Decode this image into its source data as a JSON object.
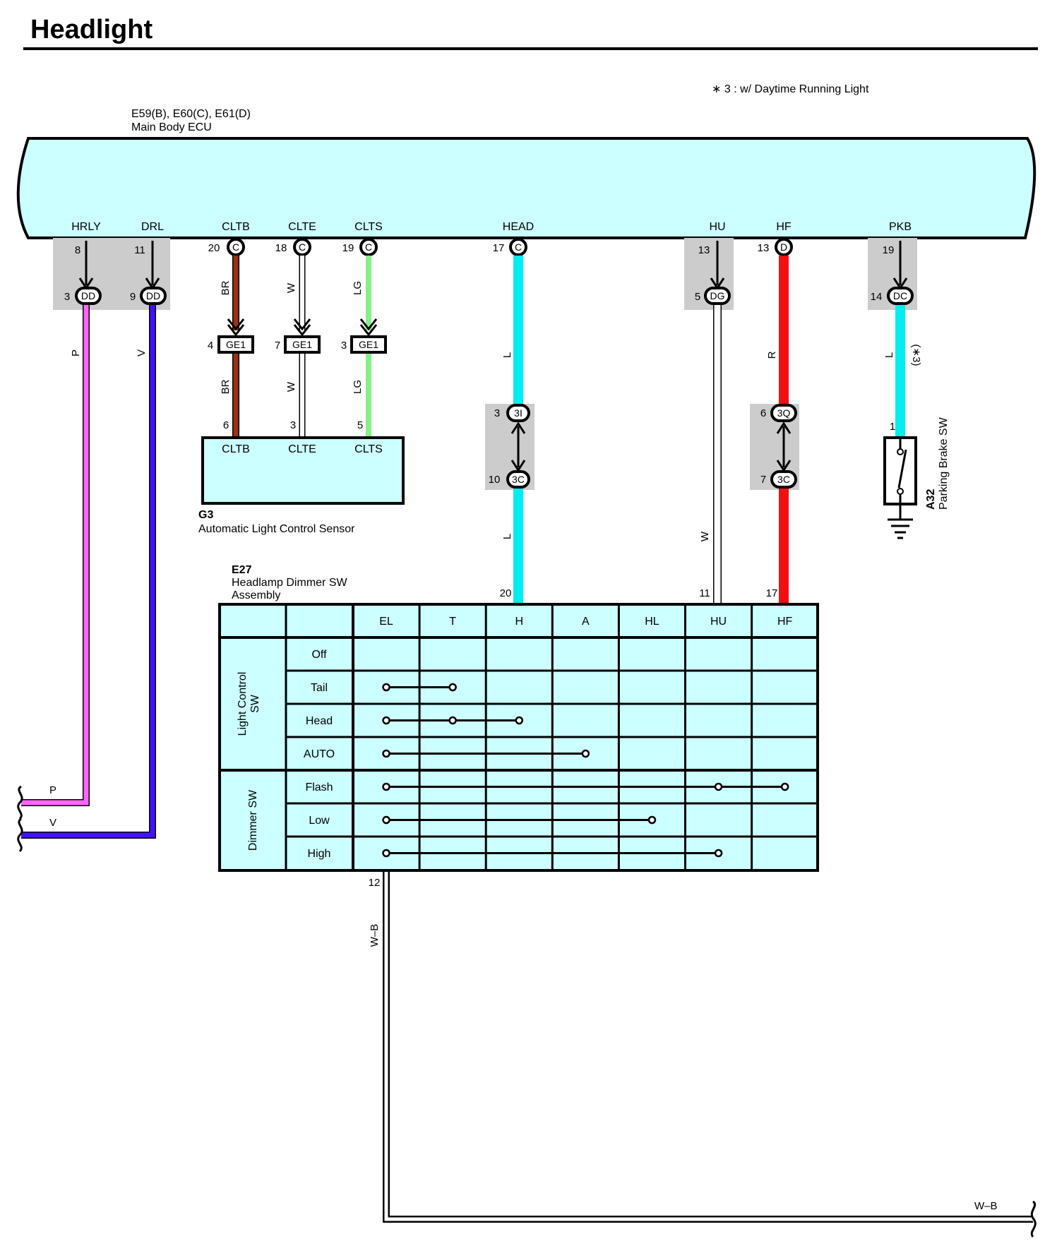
{
  "title": "Headlight",
  "footnote": "∗ 3 : w/ Daytime Running Light",
  "colors": {
    "P": "#ff66ff",
    "V": "#4411ff",
    "BR": "#993311",
    "W": "#ffffff",
    "LG": "#88ee88",
    "L": "#00eeee",
    "R": "#ee1111",
    "ecu_fill": "#ccffff",
    "connector_shade": "#cccccc"
  },
  "ecu": {
    "code": "E59(B), E60(C), E61(D)",
    "name": "Main Body ECU",
    "terminals": [
      {
        "name": "HRLY",
        "pin": "8",
        "conn": "DD",
        "conn_pin": "3",
        "wire": "P"
      },
      {
        "name": "DRL",
        "pin": "11",
        "conn": "DD",
        "conn_pin": "9",
        "wire": "V"
      },
      {
        "name": "CLTB",
        "pin": "20",
        "ecu_conn": "C",
        "wire": "BR"
      },
      {
        "name": "CLTE",
        "pin": "18",
        "ecu_conn": "C",
        "wire": "W"
      },
      {
        "name": "CLTS",
        "pin": "19",
        "ecu_conn": "C",
        "wire": "LG"
      },
      {
        "name": "HEAD",
        "pin": "17",
        "ecu_conn": "C",
        "wire": "L"
      },
      {
        "name": "HU",
        "pin": "13",
        "conn": "DG",
        "conn_pin": "5",
        "wire": "W"
      },
      {
        "name": "HF",
        "pin": "13",
        "ecu_conn": "D",
        "wire": "R"
      },
      {
        "name": "PKB",
        "pin": "19",
        "conn": "DC",
        "conn_pin": "14",
        "wire": "L"
      }
    ]
  },
  "ge1": [
    {
      "pin": "4",
      "label": "GE1",
      "wire": "BR",
      "sensor_pin": "6"
    },
    {
      "pin": "7",
      "label": "GE1",
      "wire": "W",
      "sensor_pin": "3"
    },
    {
      "pin": "3",
      "label": "GE1",
      "wire": "LG",
      "sensor_pin": "5"
    }
  ],
  "sensor": {
    "code": "G3",
    "name": "Automatic Light Control Sensor",
    "terminals": [
      "CLTB",
      "CLTE",
      "CLTS"
    ]
  },
  "junctions": {
    "head_top": {
      "pin": "3",
      "label": "3I"
    },
    "head_bottom": {
      "pin": "10",
      "label": "3C"
    },
    "hf_top": {
      "pin": "6",
      "label": "3Q"
    },
    "hf_bottom": {
      "pin": "7",
      "label": "3C"
    }
  },
  "parking_brake": {
    "code": "A32",
    "name": "Parking Brake SW",
    "pin": "1",
    "note": "(∗3)"
  },
  "left_wires": {
    "P": "P",
    "V": "V"
  },
  "switch": {
    "code": "E27",
    "name_line1": "Headlamp Dimmer SW",
    "name_line2": "Assembly",
    "pins": {
      "H": "20",
      "HU": "11",
      "HF": "17",
      "EL": "12"
    },
    "columns": [
      "EL",
      "T",
      "H",
      "A",
      "HL",
      "HU",
      "HF"
    ],
    "groups": [
      {
        "name_line1": "Light Control",
        "name_line2": "SW"
      },
      {
        "name_line1": "Dimmer SW",
        "name_line2": ""
      }
    ],
    "rows": [
      {
        "label": "Off",
        "connected": []
      },
      {
        "label": "Tail",
        "connected": [
          "EL",
          "T"
        ]
      },
      {
        "label": "Head",
        "connected": [
          "EL",
          "T",
          "H"
        ]
      },
      {
        "label": "AUTO",
        "connected": [
          "EL",
          "A"
        ]
      },
      {
        "label": "Flash",
        "connected": [
          "EL",
          "HU",
          "HF"
        ]
      },
      {
        "label": "Low",
        "connected": [
          "EL",
          "HL"
        ]
      },
      {
        "label": "High",
        "connected": [
          "EL",
          "HU"
        ]
      }
    ]
  },
  "ground_wire": "W–B"
}
